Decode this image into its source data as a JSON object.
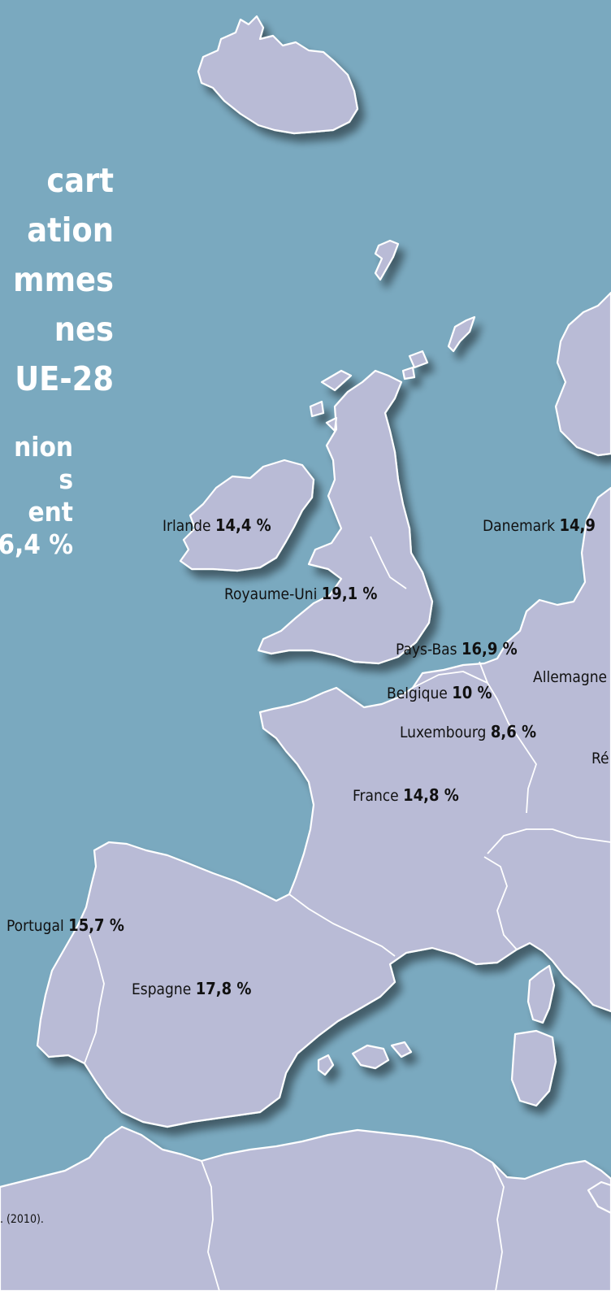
{
  "title_lines": [
    "cart",
    "ation",
    "mmes",
    "nes",
    "UE-28"
  ],
  "subtitle_lines": [
    "nion",
    "s",
    "ent",
    "6,4 %"
  ],
  "countries": [
    {
      "name": "Irlande",
      "value": "14,4 %"
    },
    {
      "name": "Danemark",
      "value": "14,9"
    },
    {
      "name": "Royaume-Uni",
      "value": "19,1 %"
    },
    {
      "name": "Pays-Bas",
      "value": "16,9 %"
    },
    {
      "name": "Allemagne",
      "value": ""
    },
    {
      "name": "Belgique",
      "value": "10 %"
    },
    {
      "name": "Luxembourg",
      "value": "8,6 %"
    },
    {
      "name": "Ré",
      "value": ""
    },
    {
      "name": "France",
      "value": "14,8 %"
    },
    {
      "name": "Portugal",
      "value": "15,7 %"
    },
    {
      "name": "Espagne",
      "value": "17,8 %"
    }
  ],
  "source_text": ". (2010).",
  "colors": {
    "sea": "#7aa9bf",
    "land": "#b9bbd6",
    "border": "#ffffff",
    "title": "#ffffff"
  }
}
